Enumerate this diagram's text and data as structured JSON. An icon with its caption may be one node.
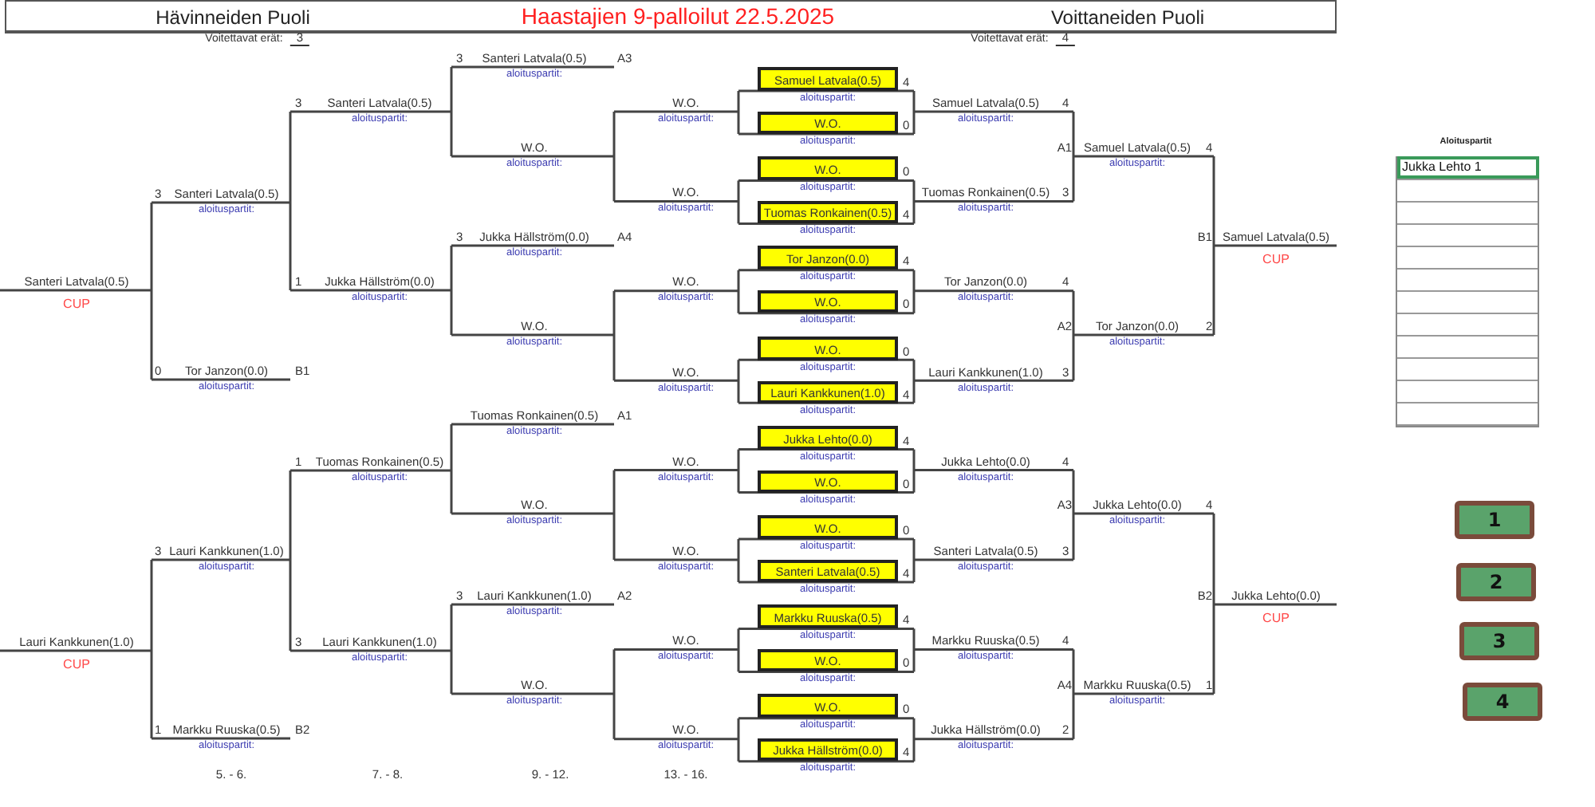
{
  "diagram": {
    "title": "Haastajien 9-palloilut 22.5.2025",
    "nodes": [
      {
        "text": [
          "Samuel Latvala(0.5)"
        ],
        "beside": [
          "4",
          "aloituspartit:"
        ]
      },
      {
        "text": [
          "W.O."
        ],
        "beside": [
          "0",
          "aloituspartit:"
        ]
      },
      {
        "text": [
          "W.O."
        ],
        "beside": [
          "0",
          "aloituspartit:"
        ]
      },
      {
        "text": [
          "Tuomas Ronkainen(0.5)"
        ],
        "beside": [
          "4",
          "aloituspartit:"
        ]
      },
      {
        "text": [
          "Tor Janzon(0.0)"
        ],
        "beside": [
          "4",
          "aloituspartit:"
        ]
      },
      {
        "text": [
          "W.O."
        ],
        "beside": [
          "0",
          "aloituspartit:"
        ]
      },
      {
        "text": [
          "W.O."
        ],
        "beside": [
          "0",
          "aloituspartit:"
        ]
      },
      {
        "text": [
          "Lauri Kankkunen(1.0)"
        ],
        "beside": [
          "4",
          "aloituspartit:"
        ]
      },
      {
        "text": [
          "Jukka Lehto(0.0)"
        ],
        "beside": [
          "4",
          "aloituspartit:"
        ]
      },
      {
        "text": [
          "W.O."
        ],
        "beside": [
          "0",
          "aloituspartit:"
        ]
      },
      {
        "text": [
          "W.O."
        ],
        "beside": [
          "0",
          "aloituspartit:"
        ]
      },
      {
        "text": [
          "Santeri Latvala(0.5)"
        ],
        "beside": [
          "4",
          "aloituspartit:"
        ]
      },
      {
        "text": [
          "Markku Ruuska(0.5)"
        ],
        "beside": [
          "4",
          "aloituspartit:"
        ]
      },
      {
        "text": [
          "W.O."
        ],
        "beside": [
          "0",
          "aloituspartit:"
        ]
      },
      {
        "text": [
          "W.O."
        ],
        "beside": [
          "0",
          "aloituspartit:"
        ]
      },
      {
        "text": [
          "Jukka Hällström(0.0)"
        ],
        "beside": [
          "4",
          "aloituspartit:"
        ]
      },
      {
        "text": [
          "1"
        ]
      },
      {
        "text": [
          "2"
        ]
      },
      {
        "text": [
          "3"
        ]
      },
      {
        "text": [
          "4"
        ]
      }
    ],
    "labels": [
      "Hävinneiden Puoli",
      "Voittaneiden Puoli",
      "Voitettavat erät:",
      "3",
      "Voitettavat erät:",
      "4",
      "Santeri Latvala(0.5)",
      "CUP",
      "Lauri Kankkunen(1.0)",
      "CUP",
      "3",
      "Santeri Latvala(0.5)",
      "aloituspartit:",
      "0",
      "Tor Janzon(0.0)",
      "B1",
      "aloituspartit:",
      "3",
      "Lauri Kankkunen(1.0)",
      "aloituspartit:",
      "1",
      "Markku Ruuska(0.5)",
      "B2",
      "aloituspartit:",
      "3",
      "Santeri Latvala(0.5)",
      "aloituspartit:",
      "1",
      "Jukka Hällström(0.0)",
      "aloituspartit:",
      "1",
      "Tuomas Ronkainen(0.5)",
      "aloituspartit:",
      "3",
      "Lauri Kankkunen(1.0)",
      "aloituspartit:",
      "3",
      "Santeri Latvala(0.5)",
      "A3",
      "aloituspartit:",
      "W.O.",
      "aloituspartit:",
      "3",
      "Jukka Hällström(0.0)",
      "A4",
      "aloituspartit:",
      "W.O.",
      "aloituspartit:",
      "Tuomas Ronkainen(0.5)",
      "A1",
      "aloituspartit:",
      "W.O.",
      "aloituspartit:",
      "3",
      "Lauri Kankkunen(1.0)",
      "A2",
      "aloituspartit:",
      "W.O.",
      "aloituspartit:",
      "W.O.",
      "aloituspartit:",
      "W.O.",
      "aloituspartit:",
      "W.O.",
      "aloituspartit:",
      "W.O.",
      "aloituspartit:",
      "W.O.",
      "aloituspartit:",
      "W.O.",
      "aloituspartit:",
      "W.O.",
      "aloituspartit:",
      "W.O.",
      "aloituspartit:",
      "Samuel Latvala(0.5)",
      "4",
      "aloituspartit:",
      "Tuomas Ronkainen(0.5)",
      "3",
      "aloituspartit:",
      "Tor Janzon(0.0)",
      "4",
      "aloituspartit:",
      "Lauri Kankkunen(1.0)",
      "3",
      "aloituspartit:",
      "Jukka Lehto(0.0)",
      "4",
      "aloituspartit:",
      "Santeri Latvala(0.5)",
      "3",
      "aloituspartit:",
      "Markku Ruuska(0.5)",
      "4",
      "aloituspartit:",
      "Jukka Hällström(0.0)",
      "2",
      "aloituspartit:",
      "A1",
      "Samuel Latvala(0.5)",
      "4",
      "aloituspartit:",
      "A2",
      "Tor Janzon(0.0)",
      "2",
      "aloituspartit:",
      "A3",
      "Jukka Lehto(0.0)",
      "4",
      "aloituspartit:",
      "A4",
      "Markku Ruuska(0.5)",
      "1",
      "aloituspartit:",
      "B1",
      "Samuel Latvala(0.5)",
      "CUP",
      "B2",
      "Jukka Lehto(0.0)",
      "CUP",
      "5. - 6.",
      "7. - 8.",
      "9. - 12.",
      "13. - 16.",
      "Aloituspartit",
      "Jukka Lehto 1"
    ]
  }
}
